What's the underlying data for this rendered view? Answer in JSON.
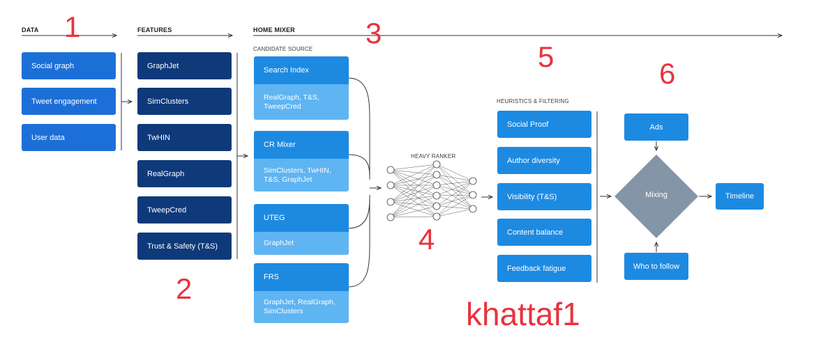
{
  "sections": {
    "data": "DATA",
    "features": "FEATURES",
    "home_mixer": "HOME MIXER",
    "candidate_source": "CANDIDATE SOURCE",
    "heavy_ranker": "HEAVY RANKER",
    "heuristics": "HEURISTICS & FILTERING"
  },
  "data_items": [
    "Social graph",
    "Tweet engagement",
    "User data"
  ],
  "feature_items": [
    "GraphJet",
    "SimClusters",
    "TwHIN",
    "RealGraph",
    "TweepCred",
    "Trust & Safety (T&S)"
  ],
  "candidates": [
    {
      "title": "Search Index",
      "detail": "RealGraph, T&S, TweepCred"
    },
    {
      "title": "CR Mixer",
      "detail": "SimClusters, TwHIN, T&S, GraphJet"
    },
    {
      "title": "UTEG",
      "detail": "GraphJet"
    },
    {
      "title": "FRS",
      "detail": "GraphJet, RealGraph, SimClusters"
    }
  ],
  "heuristics_items": [
    "Social Proof",
    "Author diversity",
    "Visibility (T&S)",
    "Content balance",
    "Feedback fatigue"
  ],
  "mixing": {
    "ads": "Ads",
    "mixing": "Mixing",
    "who_to_follow": "Who to follow",
    "timeline": "Timeline"
  },
  "annotations": [
    "1",
    "2",
    "3",
    "4",
    "5",
    "6"
  ],
  "watermark": "khattaf1",
  "colors": {
    "data_box": "#1d6fd8",
    "feature_box": "#0e3a7a",
    "candidate_top": "#1d8ae2",
    "candidate_bottom": "#5fb4f2",
    "mixing_diamond": "#8595a8",
    "annotation_red": "#e8333e"
  }
}
